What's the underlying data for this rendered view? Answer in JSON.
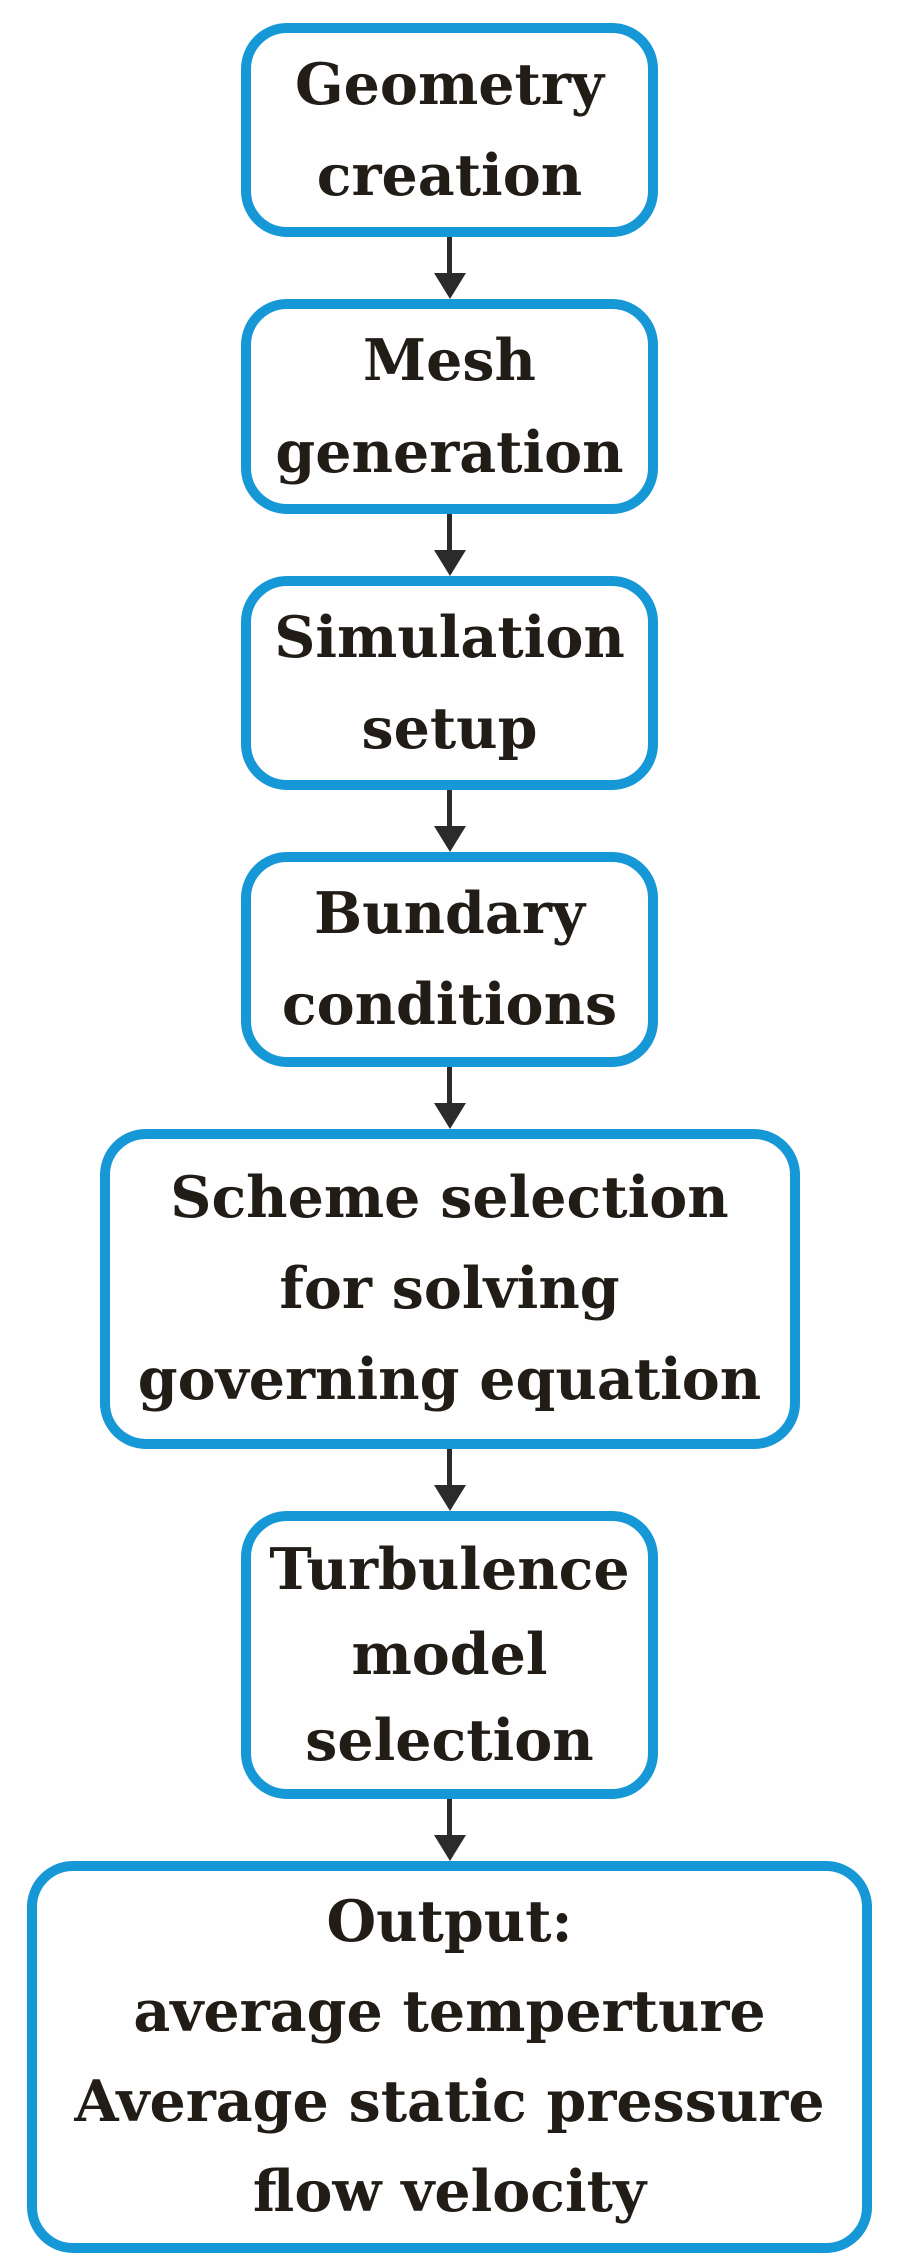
{
  "colors": {
    "box_border": "#1697d6",
    "box_fill": "#fefefe",
    "text": "#211c16",
    "arrow": "#2b2b2b",
    "background": "#ffffff"
  },
  "icons": {
    "arrow-down-icon": "▼"
  },
  "nodes": [
    {
      "name": "geometry-creation",
      "lines": [
        "Geometry",
        "creation"
      ]
    },
    {
      "name": "mesh-generation",
      "lines": [
        "Mesh",
        "generation"
      ]
    },
    {
      "name": "simulation-setup",
      "lines": [
        "Simulation",
        "setup"
      ]
    },
    {
      "name": "boundary-conditions",
      "lines": [
        "Bundary",
        "conditions"
      ]
    },
    {
      "name": "scheme-selection",
      "lines": [
        "Scheme selection",
        "for solving",
        "governing equation"
      ]
    },
    {
      "name": "turbulence-model-selection",
      "lines": [
        "Turbulence",
        "model",
        "selection"
      ]
    },
    {
      "name": "output",
      "lines": [
        "Output:",
        "average temperture",
        "Average static pressure",
        "flow velocity"
      ]
    }
  ]
}
